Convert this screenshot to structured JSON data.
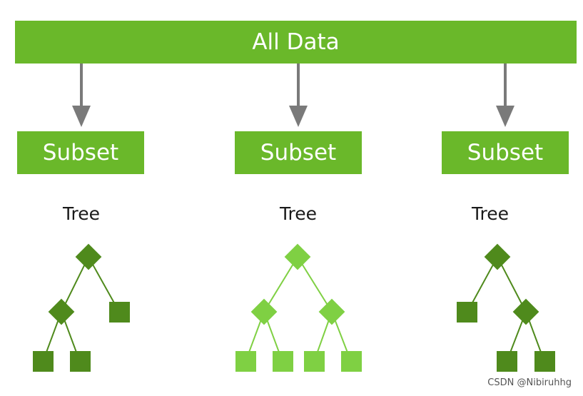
{
  "diagram": {
    "root_label": "All Data",
    "subsets": [
      {
        "label": "Subset",
        "tree_label": "Tree"
      },
      {
        "label": "Subset",
        "tree_label": "Tree"
      },
      {
        "label": "Subset",
        "tree_label": "Tree"
      }
    ]
  },
  "colors": {
    "bar_green": "#6ab82a",
    "tree_dark_green": "#4f8a1c",
    "tree_light_green": "#7fd043",
    "arrow_gray": "#7a7a7a"
  },
  "footer": {
    "credit": "CSDN @Nibiruhhg"
  }
}
